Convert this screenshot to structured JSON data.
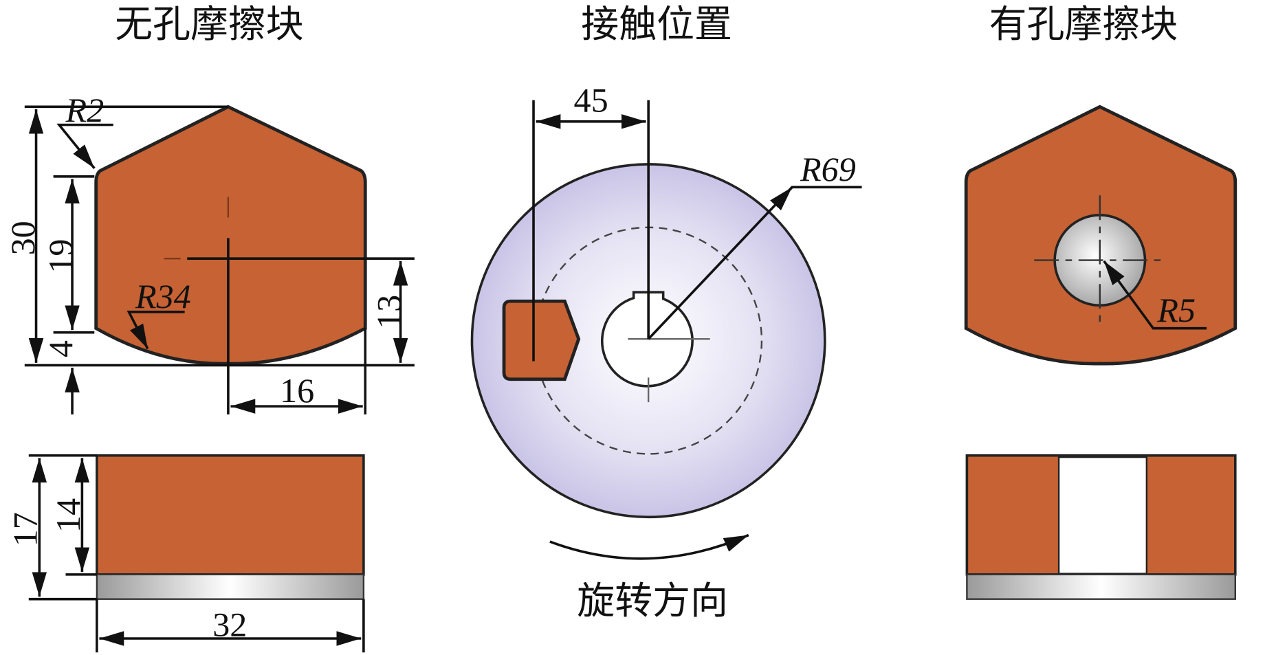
{
  "titles": {
    "left": "无孔摩擦块",
    "center": "接触位置",
    "right": "有孔摩擦块"
  },
  "left_dims": {
    "height_total": "30",
    "height_side": "19",
    "bottom_offset": "4",
    "corner_radius": "R2",
    "bottom_radius": "R34",
    "center_height": "13",
    "half_width": "16",
    "thickness_total": "17",
    "thickness_pad": "14",
    "width": "32"
  },
  "center_dims": {
    "offset": "45",
    "disk_radius": "R69",
    "rotation_label": "旋转方向"
  },
  "right_dims": {
    "hole_radius": "R5"
  },
  "colors": {
    "pad": "#c66234",
    "disk": "#d8d4ee",
    "backing": "#b8b8b8"
  }
}
